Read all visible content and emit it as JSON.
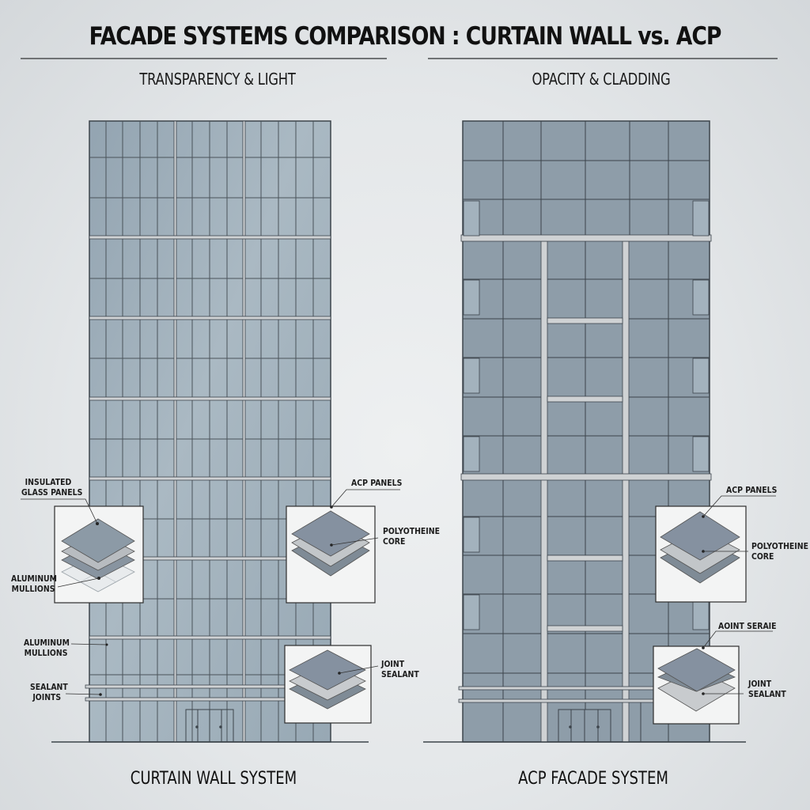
{
  "header": {
    "title": "FACADE SYSTEMS COMPARISON : CURTAIN WALL vs. ACP",
    "left_subtitle": "TRANSPARENCY & LIGHT",
    "right_subtitle": "OPACITY & CLADDING"
  },
  "left_panel": {
    "caption": "CURTAIN WALL SYSTEM",
    "callouts": {
      "insulated_glass_line1": "INSULATED",
      "insulated_glass_line2": "GLASS PANELS",
      "aluminum_mullions_detail_line1": "ALUMINUM",
      "aluminum_mullions_detail_line2": "MULLIONS",
      "aluminum_mullions_line1": "ALUMINUM",
      "aluminum_mullions_line2": "MULLIONS",
      "sealant_joints_line1": "SEALANT",
      "sealant_joints_line2": "JOINTS",
      "acp_panels": "ACP PANELS",
      "polyotheine_core_line1": "POLYOTHEINE",
      "polyotheine_core_line2": "CORE",
      "joint_sealant_line1": "JOINT",
      "joint_sealant_line2": "SEALANT"
    }
  },
  "right_panel": {
    "caption": "ACP FACADE SYSTEM",
    "callouts": {
      "acp_panels": "ACP PANELS",
      "polyotheine_core_line1": "POLYOTHEINE",
      "polyotheine_core_line2": "CORE",
      "joint_header": "AOINT SERAIE",
      "joint_sealant_line1": "JOINT",
      "joint_sealant_line2": "SEALANT"
    }
  },
  "colors": {
    "glass": "#9fb0bc",
    "acp_panel": "#8d9ca8",
    "frame_line": "#3c444b",
    "band": "#cfd2d4",
    "layer_dark": "#7f8b96",
    "layer_light": "#c4c7ca"
  }
}
